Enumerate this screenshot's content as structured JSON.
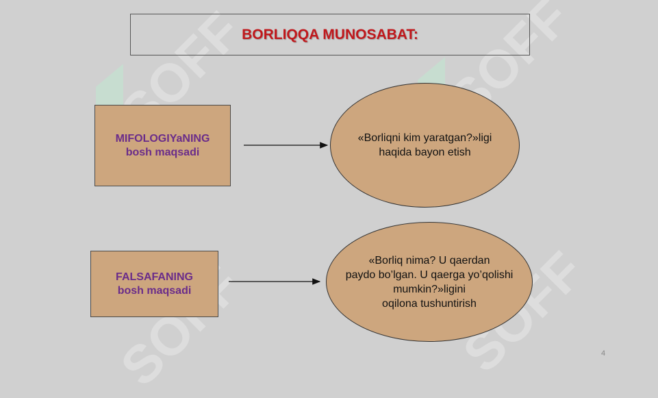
{
  "title": "BORLIQQA MUNOSABAT:",
  "rows": [
    {
      "left_label": "MIFOLOGIYaNING\nbosh maqsadi",
      "right_text": "«Borliqni kim yaratgan?»ligi\nhaqida bayon etish"
    },
    {
      "left_label": "FALSAFANING\nbosh maqsadi",
      "right_text": "«Borliq nima? U qaerdan\npaydo bo’lgan. U qaerga yo’qolishi\nmumkin?»ligini\noqilona tushuntirish"
    }
  ],
  "page_number": "4",
  "colors": {
    "background": "#d0d0d0",
    "shape_fill": "#cda67e",
    "title": "#c0181c",
    "left_text": "#6a2c8a"
  }
}
